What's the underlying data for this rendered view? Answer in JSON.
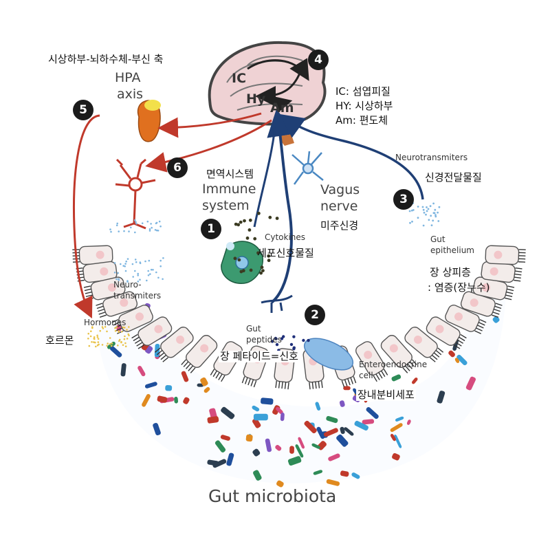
{
  "hpa": {
    "ko": "시상하부-뇌하수체-부신 축",
    "en_line1": "HPA",
    "en_line2": "axis"
  },
  "brain": {
    "regions": {
      "ic": "IC",
      "hy": "Hy",
      "am": "Am"
    },
    "legend": [
      "IC: 섬엽피질",
      "HY: 시상하부",
      "Am: 편도체"
    ]
  },
  "steps": [
    "1",
    "2",
    "3",
    "4",
    "5",
    "6"
  ],
  "immune": {
    "ko": "면역시스템",
    "en_line1": "Immune",
    "en_line2": "system"
  },
  "vagus": {
    "en_line1": "Vagus",
    "en_line2": "nerve",
    "ko": "미주신경"
  },
  "neurotransmitters_top": {
    "en": "Neurotransmiters",
    "ko": "신경전달물질"
  },
  "cytokines": {
    "en": "Cytokines",
    "ko": "세포신호물질"
  },
  "gut_epithelium": {
    "en_line1": "Gut",
    "en_line2": "epithelium",
    "ko_line1": "장 상피층",
    "ko_line2": ": 염증(장누수)"
  },
  "neurotransmitters_left": {
    "en_line1": "Neuro-",
    "en_line2": "transmiters"
  },
  "hormones": {
    "en": "Hormones",
    "ko": "호르몬"
  },
  "gut_peptides": {
    "en_line1": "Gut",
    "en_line2": "peptides",
    "ko": "장 페타이드=신호"
  },
  "enteroendocrine": {
    "en_line1": "Enteroendocrine",
    "en_line2": "cell",
    "ko": "장내분비세포"
  },
  "microbiota": {
    "en": "Gut microbiota"
  },
  "colors": {
    "red_arrow": "#c0392b",
    "blue_arrow": "#1f3f75",
    "brain_fill": "#efd2d4",
    "immune_cell": "#3c9a70",
    "adrenal": "#e0701f",
    "adrenal_cap": "#f2e04a",
    "neuron_red": "#c0392b",
    "neuron_blue": "#4a88c2",
    "enteroendocrine": "#8bbbe6",
    "number_badge": "#1b1b1b"
  }
}
